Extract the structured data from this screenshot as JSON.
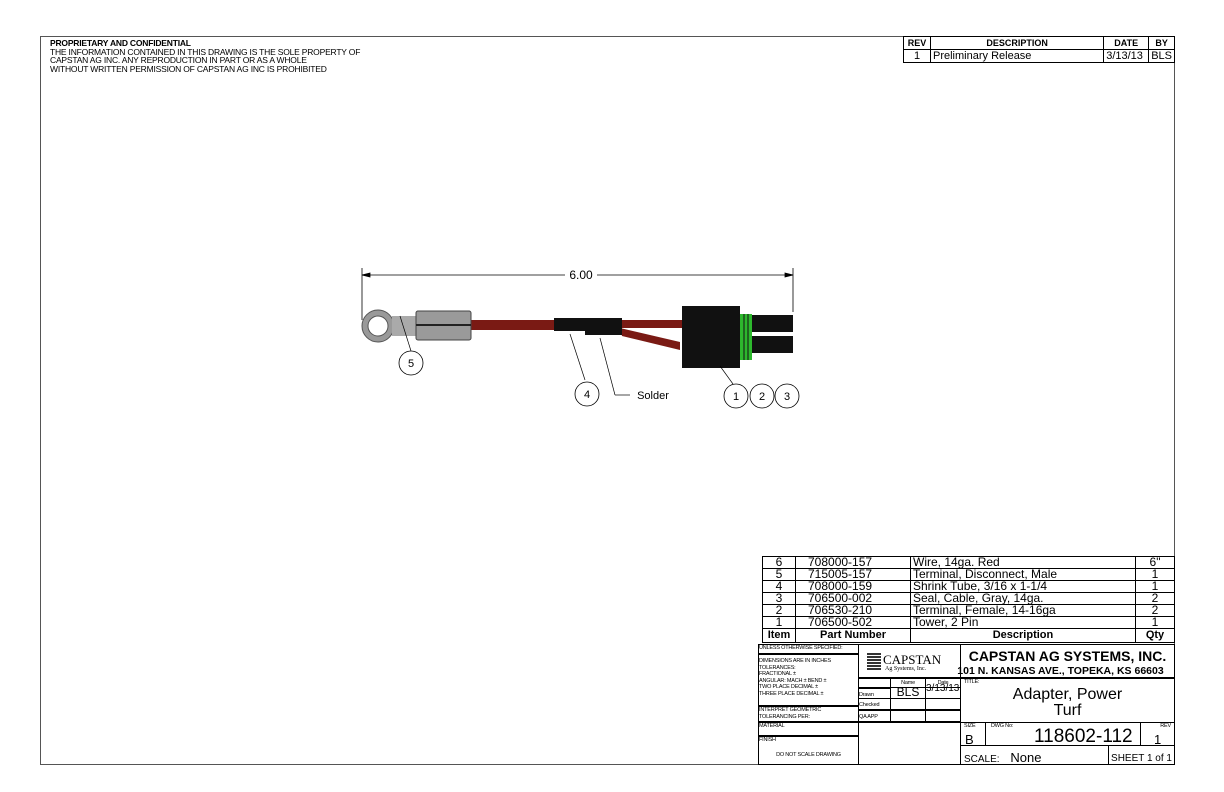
{
  "notice": {
    "title": "PROPRIETARY AND CONFIDENTIAL",
    "lines": [
      "THE INFORMATION CONTAINED IN THIS DRAWING IS THE SOLE PROPERTY OF",
      "CAPSTAN AG INC. ANY REPRODUCTION IN PART OR AS A WHOLE",
      "WITHOUT WRITTEN PERMISSION OF CAPSTAN AG INC IS PROHIBITED"
    ]
  },
  "revision_table": {
    "headers": [
      "REV",
      "DESCRIPTION",
      "DATE",
      "BY"
    ],
    "rows": [
      [
        "1",
        "Preliminary Release",
        "3/13/13",
        "BLS"
      ]
    ]
  },
  "drawing": {
    "dimension": "6.00",
    "balloons": [
      "5",
      "4",
      "1",
      "2",
      "3"
    ],
    "solder_label": "Solder",
    "colors": {
      "wire": "#7a1a14",
      "connector": "#111111",
      "seal": "#2db82d",
      "terminal": "#9a9a9a"
    }
  },
  "bom": {
    "headers": [
      "Item",
      "Part Number",
      "Description",
      "Qty"
    ],
    "rows": [
      [
        "6",
        "708000-157",
        "Wire, 14ga. Red",
        "6\""
      ],
      [
        "5",
        "715005-157",
        "Terminal, Disconnect, Male",
        "1"
      ],
      [
        "4",
        "708000-159",
        "Shrink Tube, 3/16 x 1-1/4",
        "1"
      ],
      [
        "3",
        "706500-002",
        "Seal, Cable, Gray, 14ga.",
        "2"
      ],
      [
        "2",
        "706530-210",
        "Terminal, Female, 14-16ga",
        "2"
      ],
      [
        "1",
        "706500-502",
        "Tower, 2 Pin",
        "1"
      ]
    ]
  },
  "title_block": {
    "unless": "UNLESS OTHERWISE SPECIFIED:",
    "tolerances": [
      "DIMENSIONS ARE IN INCHES",
      "TOLERANCES:",
      "FRACTIONAL ±",
      "ANGULAR: MACH ±   BEND ±",
      "TWO PLACE DECIMAL   ±",
      "THREE PLACE DECIMAL  ±"
    ],
    "interpret": [
      "INTERPRET GEOMETRIC",
      "TOLERANCING PER:"
    ],
    "material": "MATERIAL",
    "finish": "FINISH",
    "do_not_scale": "DO NOT SCALE DRAWING",
    "logo_name": "CAPSTAN",
    "logo_sub": "Ag Systems, Inc.",
    "company": "CAPSTAN AG SYSTEMS, INC.",
    "address": "101 N. KANSAS AVE., TOPEKA, KS 66603",
    "name_label": "Name",
    "date_label": "Date",
    "drawn_label": "Drawn",
    "drawn_name": "BLS",
    "drawn_date": "3/13/13",
    "checked_label": "Checked",
    "qa_label": "QA APP",
    "title_label": "TITLE:",
    "title_lines": [
      "Adapter, Power",
      "Turf"
    ],
    "size_label": "SIZE",
    "size": "B",
    "dwg_label": "DWG No:",
    "dwg_no": "118602-112",
    "rev_label": "REV",
    "rev": "1",
    "scale_label": "SCALE:",
    "scale": "None",
    "sheet": "SHEET 1 of 1"
  }
}
